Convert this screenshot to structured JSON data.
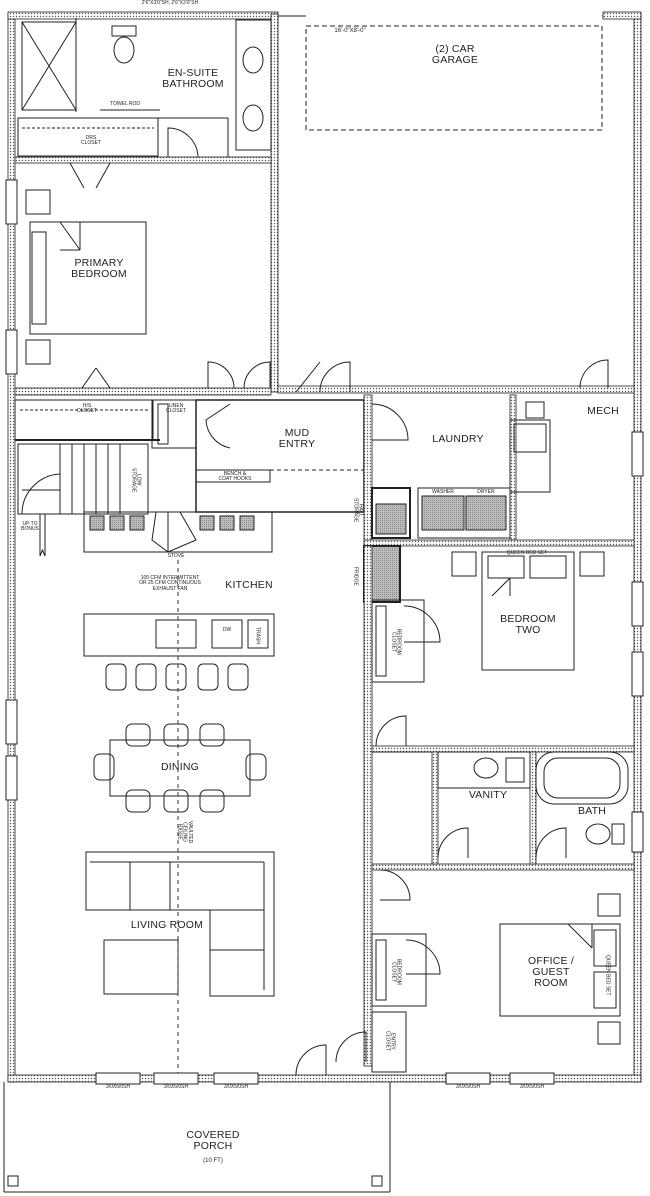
{
  "rooms": {
    "garage": "(2) CAR\nGARAGE",
    "ensuite": "EN-SUITE\nBATHROOM",
    "primary_bedroom": "PRIMARY\nBEDROOM",
    "mud_entry": "MUD\nENTRY",
    "laundry": "LAUNDRY",
    "mech": "MECH",
    "kitchen": "KITCHEN",
    "bedroom_two": "BEDROOM\nTWO",
    "dining": "DINING",
    "vanity": "VANITY",
    "bath": "BATH",
    "living_room": "LIVING ROOM",
    "office_guest": "OFFICE /\nGUEST\nROOM",
    "covered_porch": "COVERED\nPORCH",
    "porch_size": "(10 ft)"
  },
  "closets": {
    "ensuite_closet": "DRS\nCLOSET",
    "towel_rod": "TOWEL ROD",
    "hs_closet": "H/S\nCLOSET",
    "linen_closet": "LINEN\nCLOSET",
    "bedroom_two_closet": "BEDROOM\nCLOSET",
    "office_closet": "BEDROOM\nCLOSET",
    "entry_closet": "ENTRY\nCLOSET",
    "hall_storage": "HALL\nSTORAGE",
    "under_stair": "LOW\nSTORAGE"
  },
  "fixtures": {
    "stove": "STOVE",
    "fridge": "FRIDGE",
    "washer": "WASHER",
    "dryer": "DRYER",
    "queen_bed_set": "QUEEN BED SET",
    "queen_bed_set_office": "QUEEN BED SET",
    "bench": "BENCH &\nCOAT HOOKS",
    "dw": "DW",
    "trash": "TRASH",
    "up_to_bonus": "UP TO\nBONUS",
    "exhaust_note": "100 CFM INTERMITTENT\nOR 25 CFM CONTINUOUS\nEXHAUST FAN",
    "vaulted_ridge": "VAULTED\nCEILING\nRIDGE",
    "garage_door": "16'-0\"X8'-0\""
  },
  "windows": {
    "w1": "3/0X5/0SH",
    "w2": "3/0X5/0SH",
    "w3": "3/0X5/0SH",
    "w4": "3/0X5/0SH",
    "w5": "3/0X5/0SH",
    "top_note": "2'6\"X3'0\"SH, 2'6\"X3'0\"SH"
  }
}
